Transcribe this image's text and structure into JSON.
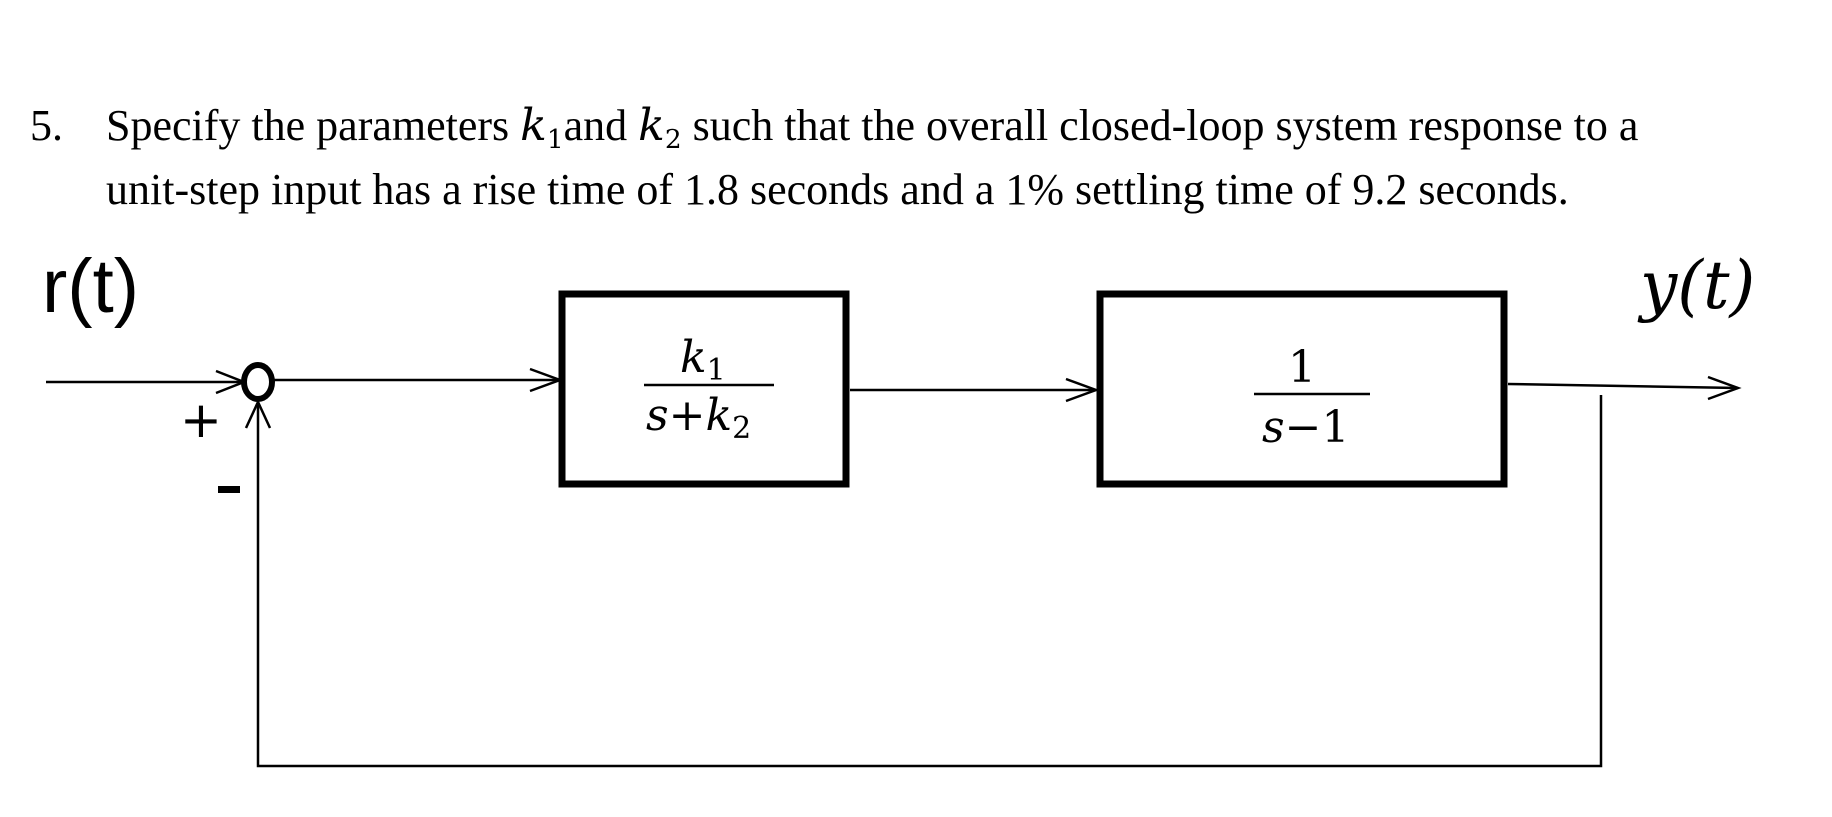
{
  "problem": {
    "number": "5.",
    "line1_prefix": "Specify the parameters ",
    "k1_symbol": "k",
    "k1_sub": "1",
    "line1_and": "and ",
    "k2_symbol": "k",
    "k2_sub": "2",
    "line1_suffix": " such that the overall closed-loop system response to a",
    "line2": "unit-step input has a rise time of 1.8 seconds and a 1% settling time of 9.2 seconds."
  },
  "diagram": {
    "input_label": "r(t)",
    "output_label": "y(t)",
    "summing_plus": "+",
    "summing_minus": "-",
    "block1": {
      "num_var": "k",
      "num_sub": "1",
      "den_var": "s",
      "den_op": "+",
      "den_k": "k",
      "den_sub": "2"
    },
    "block2": {
      "num": "1",
      "den_var": "s",
      "den_op": "−",
      "den_const": "1"
    }
  }
}
